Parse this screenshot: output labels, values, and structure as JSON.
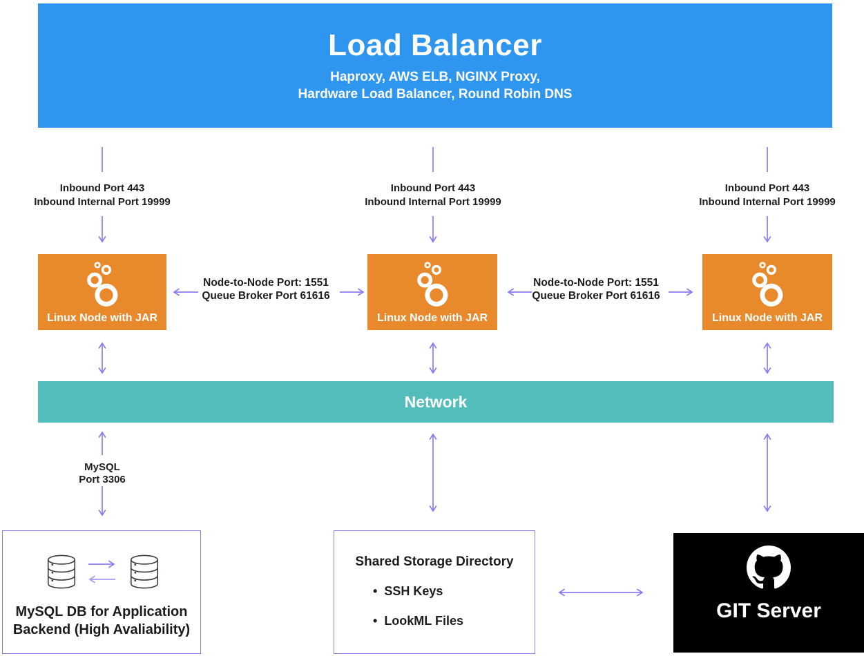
{
  "colors": {
    "load_balancer_blue": "#2E96EE",
    "node_orange": "#E8892C",
    "network_teal": "#53BDBC",
    "arrow_purple": "#8B7BEF",
    "arrow_purple_light": "#A99DF2",
    "box_border_purple": "#8F7BE8",
    "git_black": "#000000",
    "text_dark": "#1E1E1E"
  },
  "load_balancer": {
    "title": "Load Balancer",
    "subtitle_line1": "Haproxy, AWS ELB, NGINX Proxy,",
    "subtitle_line2": "Hardware Load Balancer, Round Robin DNS"
  },
  "inbound": {
    "line1": "Inbound Port 443",
    "line2": "Inbound Internal Port 19999"
  },
  "node": {
    "label": "Linux Node with JAR",
    "icon": "looker-icon"
  },
  "node_link": {
    "line1": "Node-to-Node Port: 1551",
    "line2": "Queue Broker Port 61616"
  },
  "network": {
    "label": "Network"
  },
  "mysql_link": {
    "line1": "MySQL",
    "line2": "Port 3306"
  },
  "mysql_box": {
    "icon": "database-icon",
    "caption_line1": "MySQL DB for Application",
    "caption_line2": "Backend (High Avaliability)"
  },
  "storage_box": {
    "title": "Shared Storage Directory",
    "bullet": "•",
    "items": [
      "SSH Keys",
      "LookML Files"
    ]
  },
  "git_box": {
    "label": "GIT Server",
    "icon": "github-icon"
  }
}
